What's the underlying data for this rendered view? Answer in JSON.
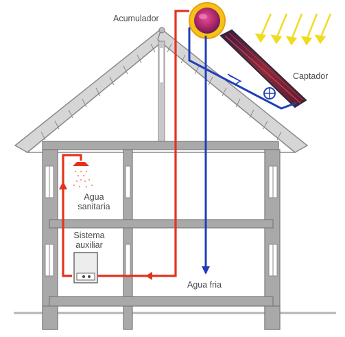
{
  "labels": {
    "accumulator": "Acumulador",
    "collector": "Captador",
    "sanitary_water_line1": "Agua",
    "sanitary_water_line2": "sanitaria",
    "aux_system_line1": "Sistema",
    "aux_system_line2": "auxiliar",
    "cold_water": "Agua fria"
  },
  "colors": {
    "hot_pipe": "#e2331f",
    "cold_pipe": "#1f3fb8",
    "wall_fill": "#a9a9a9",
    "wall_stroke": "#7a7a7a",
    "roof_tiles": "#c8c8c8",
    "sun_rays": "#f0dc1e",
    "collector_panel": "#7a2430",
    "accumulator_core": "#c03070",
    "accumulator_ring": "#f5c218"
  },
  "icons": [
    "sun-rays-icon",
    "shower-head-icon",
    "pump-icon",
    "flow-direction-arrow-icon",
    "boiler-icon"
  ]
}
